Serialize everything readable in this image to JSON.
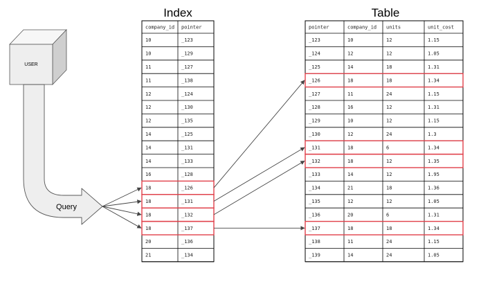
{
  "user_label": "USER",
  "query_label": "Query",
  "index": {
    "title": "Index",
    "headers": [
      "company_id",
      "pointer"
    ],
    "rows": [
      [
        "10",
        "_123"
      ],
      [
        "10",
        "_129"
      ],
      [
        "11",
        "_127"
      ],
      [
        "11",
        "_138"
      ],
      [
        "12",
        "_124"
      ],
      [
        "12",
        "_130"
      ],
      [
        "12",
        "_135"
      ],
      [
        "14",
        "_125"
      ],
      [
        "14",
        "_131"
      ],
      [
        "14",
        "_133"
      ],
      [
        "16",
        "_128"
      ],
      [
        "18",
        "_126"
      ],
      [
        "18",
        "_131"
      ],
      [
        "18",
        "_132"
      ],
      [
        "18",
        "_137"
      ],
      [
        "20",
        "_136"
      ],
      [
        "21",
        "_134"
      ]
    ],
    "highlighted_rows": [
      11,
      12,
      13,
      14
    ]
  },
  "table": {
    "title": "Table",
    "headers": [
      "pointer",
      "company_id",
      "units",
      "unit_cost"
    ],
    "rows": [
      [
        "_123",
        "10",
        "12",
        "1.15"
      ],
      [
        "_124",
        "12",
        "12",
        "1.05"
      ],
      [
        "_125",
        "14",
        "18",
        "1.31"
      ],
      [
        "_126",
        "18",
        "18",
        "1.34"
      ],
      [
        "_127",
        "11",
        "24",
        "1.15"
      ],
      [
        "_128",
        "16",
        "12",
        "1.31"
      ],
      [
        "_129",
        "10",
        "12",
        "1.15"
      ],
      [
        "_130",
        "12",
        "24",
        "1.3"
      ],
      [
        "_131",
        "18",
        "6",
        "1.34"
      ],
      [
        "_132",
        "18",
        "12",
        "1.35"
      ],
      [
        "_133",
        "14",
        "12",
        "1.95"
      ],
      [
        "_134",
        "21",
        "18",
        "1.36"
      ],
      [
        "_135",
        "12",
        "12",
        "1.05"
      ],
      [
        "_136",
        "20",
        "6",
        "1.31"
      ],
      [
        "_137",
        "18",
        "18",
        "1.34"
      ],
      [
        "_138",
        "11",
        "24",
        "1.15"
      ],
      [
        "_139",
        "14",
        "24",
        "1.05"
      ]
    ],
    "highlighted_rows": [
      3,
      8,
      9,
      14
    ]
  },
  "pointer_links": [
    {
      "from_index_row": 11,
      "to_table_row": 3
    },
    {
      "from_index_row": 12,
      "to_table_row": 8
    },
    {
      "from_index_row": 13,
      "to_table_row": 9
    },
    {
      "from_index_row": 14,
      "to_table_row": 14
    }
  ],
  "colors": {
    "highlight": "#e0404a",
    "grid": "#000000",
    "arrow": "#444444",
    "cube_front": "#eeeeee",
    "cube_top": "#f7f7f7",
    "cube_side": "#cfcfcf",
    "query_arrow_fill": "#eeeeee"
  }
}
